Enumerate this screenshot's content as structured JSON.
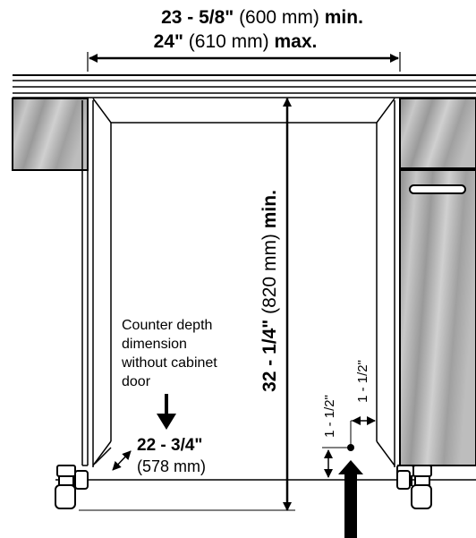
{
  "dimensions": {
    "width_min_value": "23 - 5/8\"",
    "width_min_metric": " (600 mm) ",
    "width_min_suffix": "min.",
    "width_max_value": "24\"",
    "width_max_metric": " (610 mm) ",
    "width_max_suffix": "max.",
    "height_value": "32 - 1/4\"",
    "height_metric": " (820 mm) ",
    "height_suffix": "min.",
    "depth_value": "22 - 3/4\"",
    "depth_metric": "(578 mm)",
    "offset_vertical": "1 - 1/2\"",
    "offset_horizontal": "1 - 1/2\""
  },
  "notes": {
    "counter_depth_lines": [
      "Counter depth",
      "dimension",
      "without cabinet",
      "door"
    ]
  }
}
